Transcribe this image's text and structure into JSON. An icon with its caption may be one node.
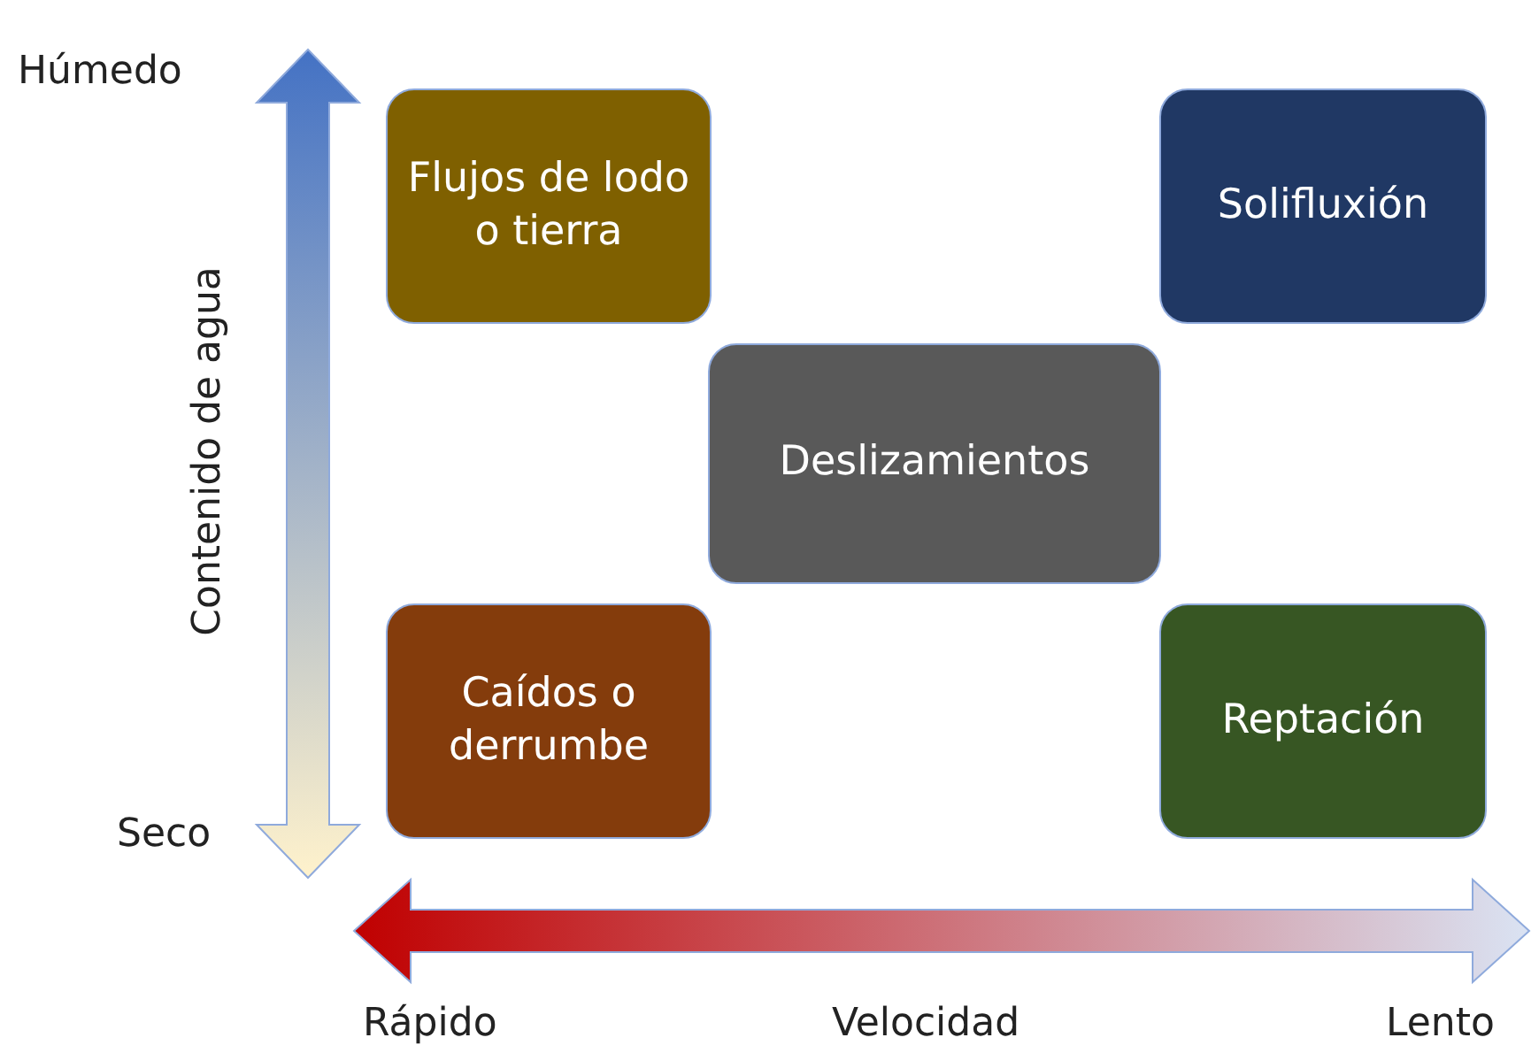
{
  "diagram": {
    "nodes": [
      {
        "text": [
          "Flujos de lodo o tierra"
        ]
      },
      {
        "text": [
          "Solifluxión"
        ]
      },
      {
        "text": [
          "Deslizamientos"
        ]
      },
      {
        "text": [
          "Caídos o derrumbe"
        ]
      },
      {
        "text": [
          "Reptación"
        ]
      }
    ],
    "labels": [
      "Húmedo",
      "Contenido de agua",
      "Seco",
      "Rápido",
      "Velocidad",
      "Lento"
    ]
  }
}
